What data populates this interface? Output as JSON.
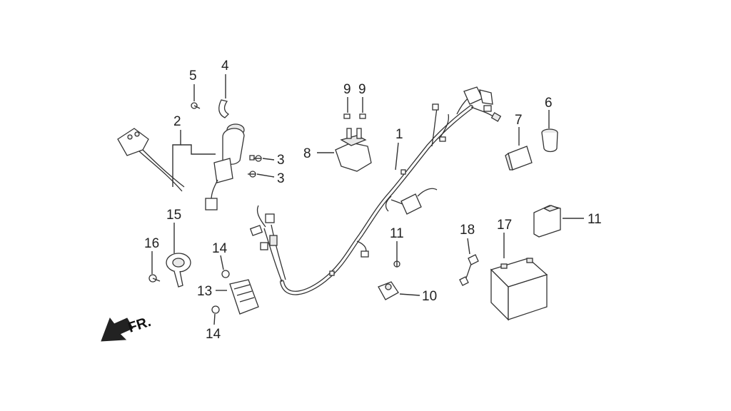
{
  "diagram": {
    "direction_label": "FR.",
    "callouts": [
      {
        "id": "c1",
        "label": "1"
      },
      {
        "id": "c2",
        "label": "2"
      },
      {
        "id": "c3a",
        "label": "3"
      },
      {
        "id": "c3b",
        "label": "3"
      },
      {
        "id": "c4",
        "label": "4"
      },
      {
        "id": "c5",
        "label": "5"
      },
      {
        "id": "c6",
        "label": "6"
      },
      {
        "id": "c7",
        "label": "7"
      },
      {
        "id": "c8",
        "label": "8"
      },
      {
        "id": "c9a",
        "label": "9"
      },
      {
        "id": "c9b",
        "label": "9"
      },
      {
        "id": "c10",
        "label": "10"
      },
      {
        "id": "c11a",
        "label": "11"
      },
      {
        "id": "c11b",
        "label": "11"
      },
      {
        "id": "c13",
        "label": "13"
      },
      {
        "id": "c14a",
        "label": "14"
      },
      {
        "id": "c14b",
        "label": "14"
      },
      {
        "id": "c15",
        "label": "15"
      },
      {
        "id": "c16",
        "label": "16"
      },
      {
        "id": "c17",
        "label": "17"
      },
      {
        "id": "c18",
        "label": "18"
      }
    ]
  }
}
